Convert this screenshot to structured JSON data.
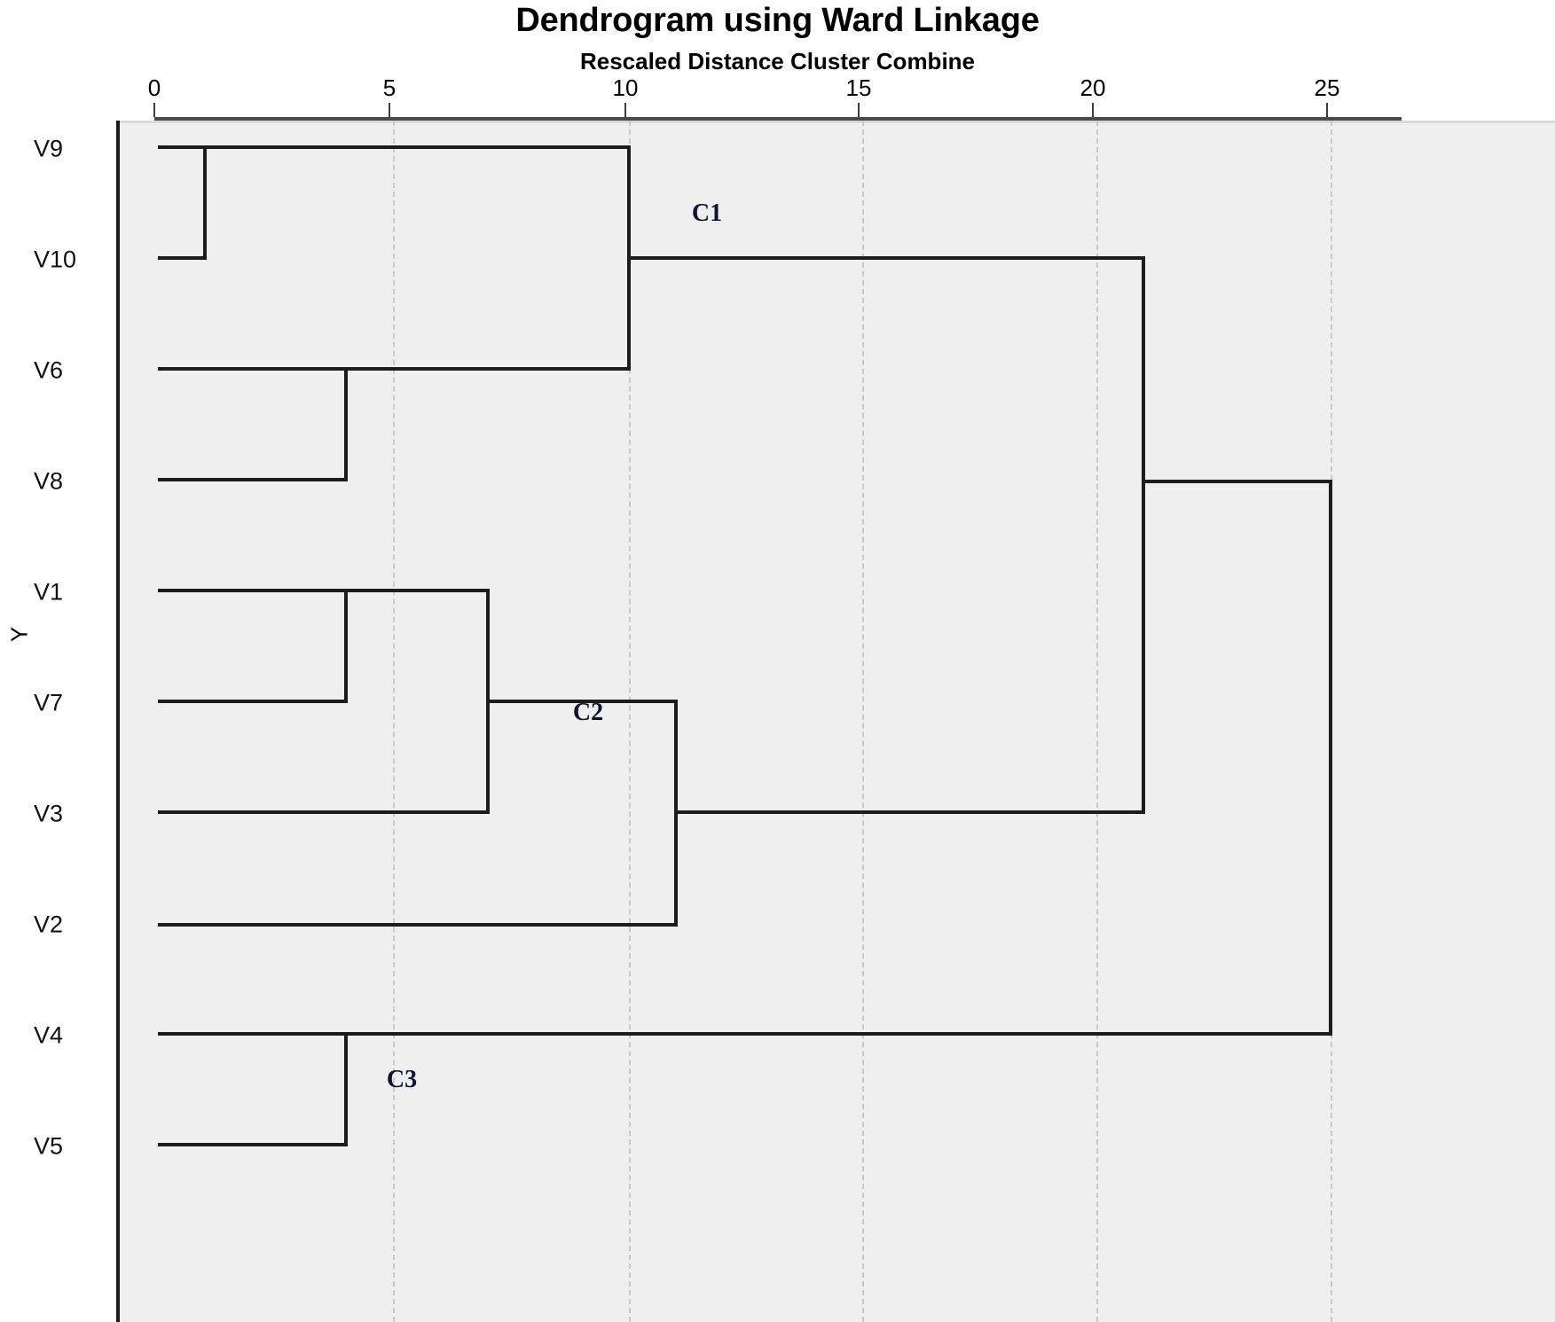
{
  "chart_data": {
    "type": "dendrogram",
    "title": "Dendrogram using Ward Linkage",
    "subtitle": "Rescaled Distance Cluster Combine",
    "xlabel": "Rescaled Distance Cluster Combine",
    "ylabel": "Y",
    "xlim": [
      0,
      26.5
    ],
    "xticks": [
      0,
      5,
      10,
      15,
      20,
      25
    ],
    "xtick_labels": [
      "0",
      "5",
      "10",
      "15",
      "20",
      "25"
    ],
    "grid": "vertical dashed at xticks",
    "legend": "none",
    "leaves": [
      {
        "name": "V9",
        "num": "9"
      },
      {
        "name": "V10",
        "num": "10"
      },
      {
        "name": "V6",
        "num": "6"
      },
      {
        "name": "V8",
        "num": "8"
      },
      {
        "name": "V1",
        "num": "1"
      },
      {
        "name": "V7",
        "num": "7"
      },
      {
        "name": "V3",
        "num": "3"
      },
      {
        "name": "V2",
        "num": "2"
      },
      {
        "name": "V4",
        "num": "4"
      },
      {
        "name": "V5",
        "num": "5"
      }
    ],
    "merges": [
      {
        "id": "m1",
        "members": [
          "V9",
          "V10"
        ],
        "distance": 1.0
      },
      {
        "id": "m2",
        "members": [
          "V6",
          "V8"
        ],
        "distance": 4.0
      },
      {
        "id": "m3",
        "members": [
          "m1",
          "m2"
        ],
        "distance": 10.0
      },
      {
        "id": "m4",
        "members": [
          "V1",
          "V7"
        ],
        "distance": 4.0
      },
      {
        "id": "m5",
        "members": [
          "m4",
          "V3"
        ],
        "distance": 7.0
      },
      {
        "id": "m6",
        "members": [
          "m5",
          "V2"
        ],
        "distance": 11.0
      },
      {
        "id": "m7",
        "members": [
          "V4",
          "V5"
        ],
        "distance": 4.0
      },
      {
        "id": "m8",
        "members": [
          "m3",
          "m6"
        ],
        "distance": 21.0
      },
      {
        "id": "m9",
        "members": [
          "m8",
          "m7"
        ],
        "distance": 25.0
      }
    ],
    "annotations": [
      {
        "label": "C1",
        "x": 12.5,
        "leaf_span": [
          "V9",
          "V8"
        ]
      },
      {
        "label": "C2",
        "x": 9.1,
        "leaf_span": [
          "V1",
          "V2"
        ]
      },
      {
        "label": "C3",
        "x": 5.0,
        "leaf_span": [
          "V4",
          "V5"
        ]
      }
    ],
    "colors": {
      "plot_background": "#efefef",
      "line": "#1c1c1c",
      "gridline": "#c9c9c9",
      "annotation": "#0d1330",
      "text": "#000000"
    }
  }
}
